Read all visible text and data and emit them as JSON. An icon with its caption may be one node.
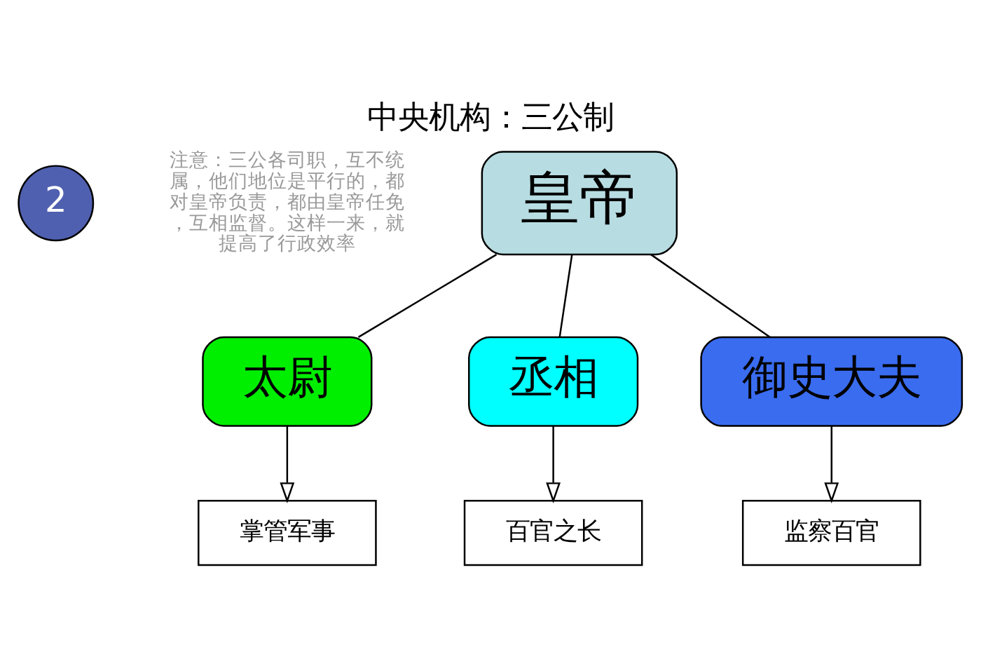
{
  "diagram": {
    "title": "中央机构：三公制",
    "nodes": [
      {
        "text": [
          "皇帝"
        ]
      },
      {
        "text": [
          "太尉"
        ]
      },
      {
        "text": [
          "丞相"
        ]
      },
      {
        "text": [
          "御史大夫"
        ]
      },
      {
        "text": [
          "掌管军事"
        ]
      },
      {
        "text": [
          "百官之长"
        ]
      },
      {
        "text": [
          "监察百官"
        ]
      }
    ],
    "edges": [
      {
        "from": 0,
        "to": 1,
        "arrow": "none"
      },
      {
        "from": 0,
        "to": 2,
        "arrow": "none"
      },
      {
        "from": 0,
        "to": 3,
        "arrow": "none"
      },
      {
        "from": 1,
        "to": 4,
        "arrow": "to"
      },
      {
        "from": 2,
        "to": 5,
        "arrow": "to"
      },
      {
        "from": 3,
        "to": 6,
        "arrow": "to"
      }
    ],
    "labels": [
      "2",
      "注意：三公各司职，互不统属，他们地位是平行的，都对皇帝负责，都由皇帝任免，互相监督。这样一来，就提高了行政效率"
    ]
  }
}
